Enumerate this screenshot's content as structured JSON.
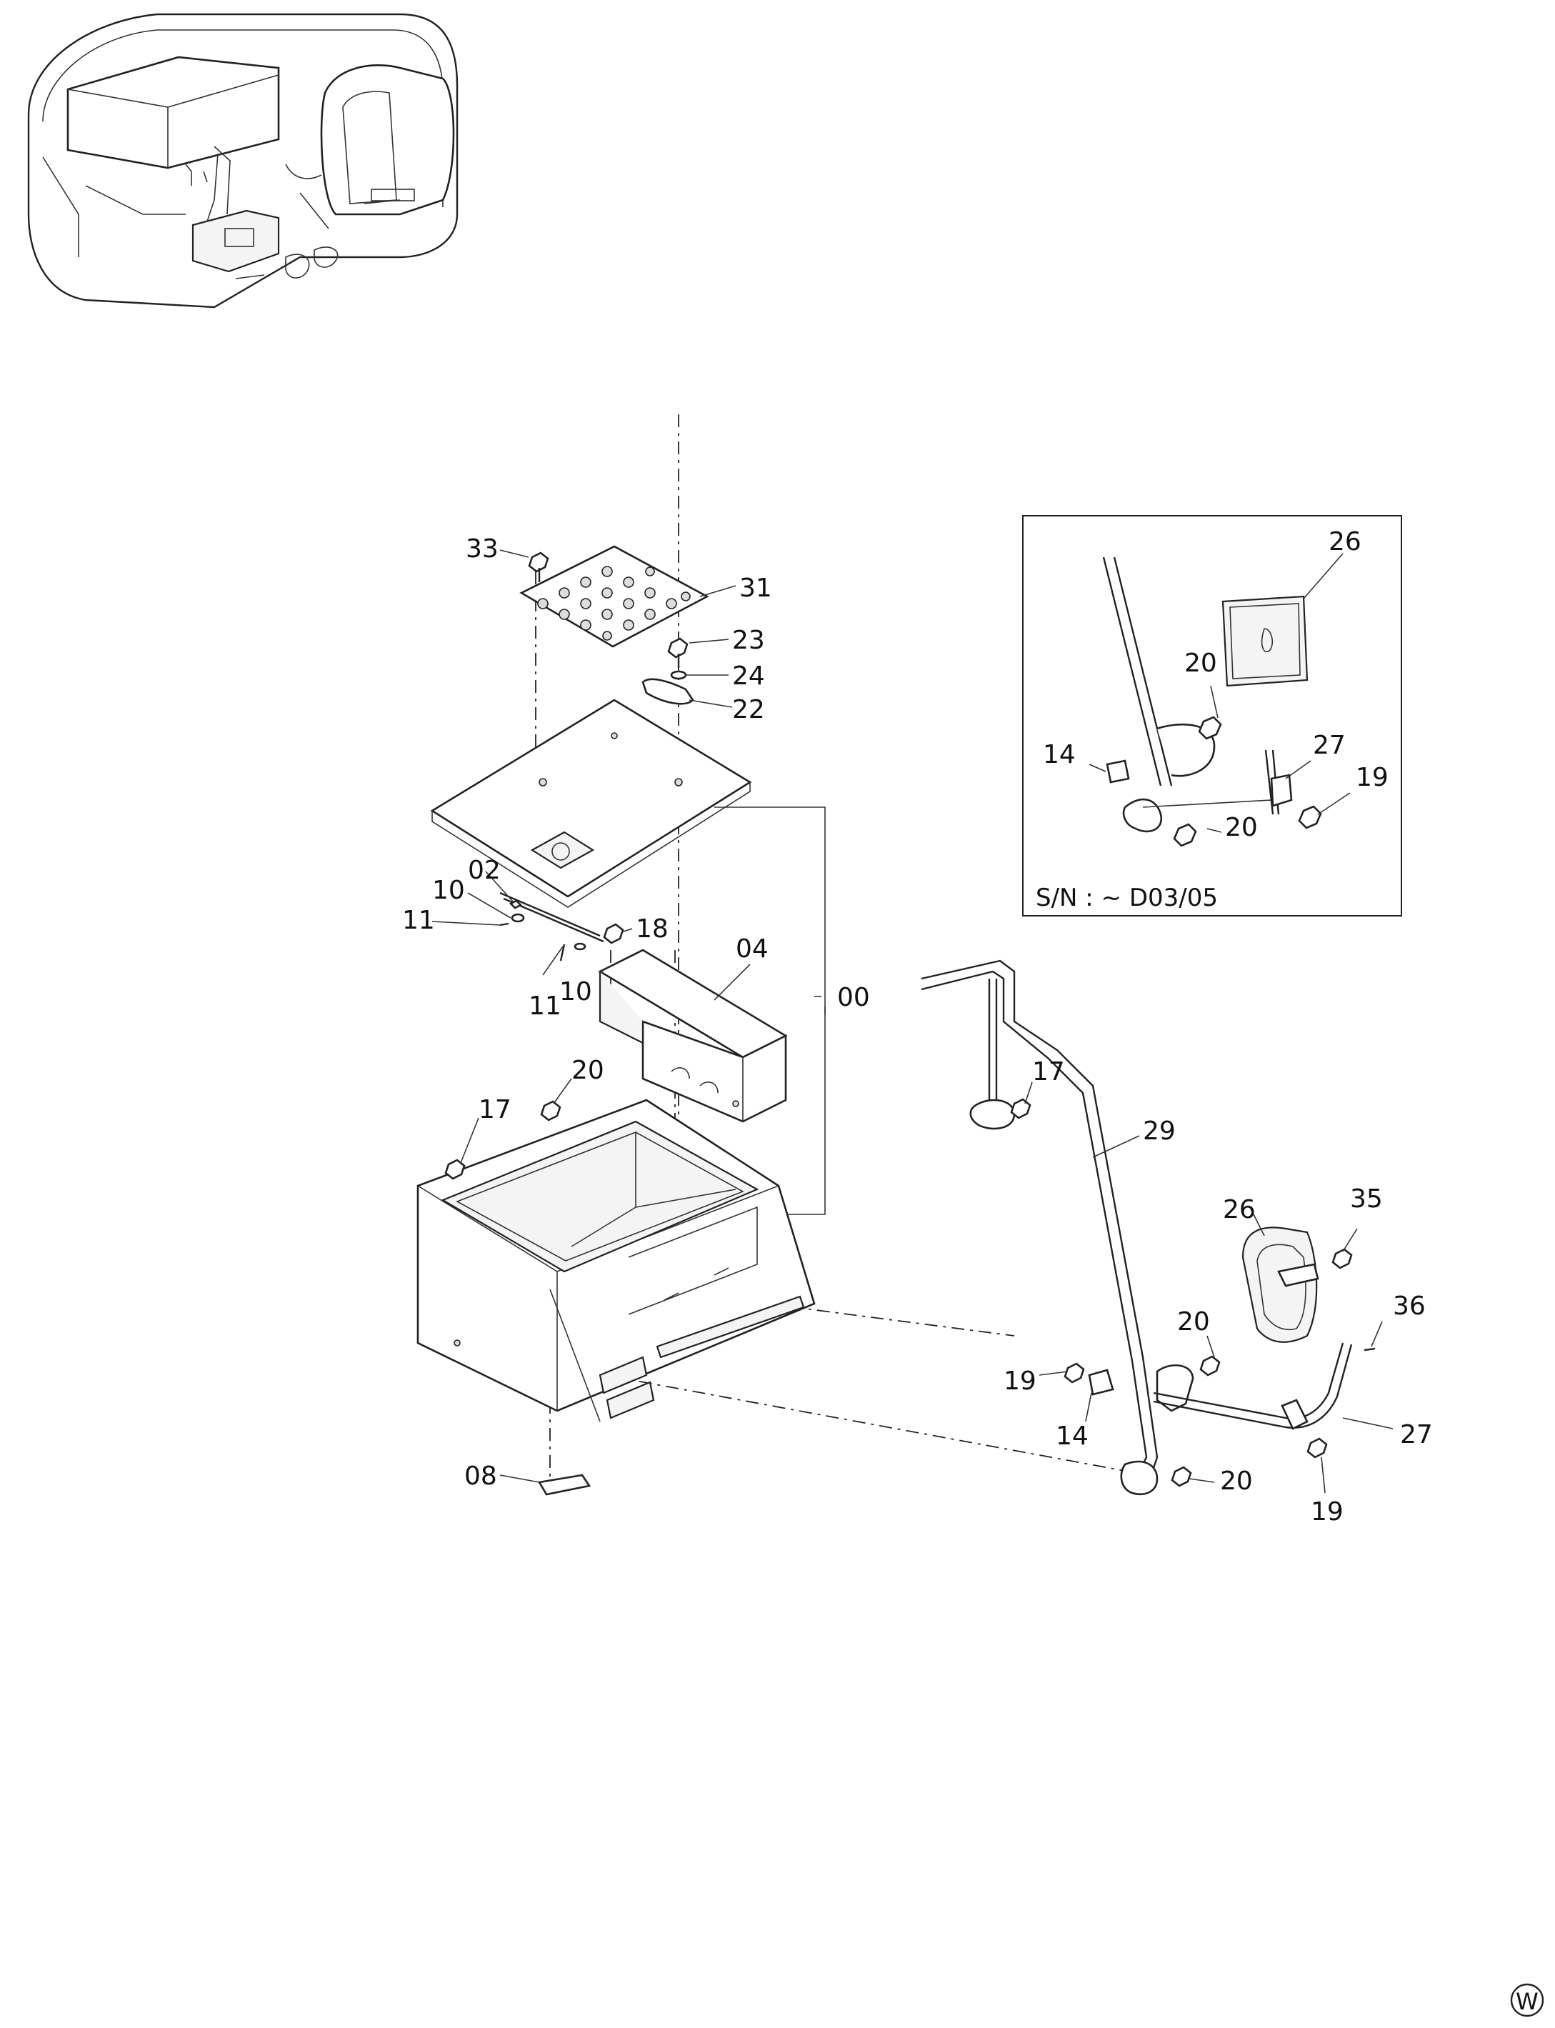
{
  "diagram": {
    "inset_serial": "S/N : ~ D03/05",
    "watermark_letter": "W",
    "callouts": [
      {
        "id": "c33",
        "text": "33"
      },
      {
        "id": "c31",
        "text": "31"
      },
      {
        "id": "c23",
        "text": "23"
      },
      {
        "id": "c24",
        "text": "24"
      },
      {
        "id": "c22",
        "text": "22"
      },
      {
        "id": "c02",
        "text": "02"
      },
      {
        "id": "c10a",
        "text": "10"
      },
      {
        "id": "c11a",
        "text": "11"
      },
      {
        "id": "c18",
        "text": "18"
      },
      {
        "id": "c04",
        "text": "04"
      },
      {
        "id": "c11b",
        "text": "11"
      },
      {
        "id": "c10b",
        "text": "10"
      },
      {
        "id": "c00",
        "text": "00"
      },
      {
        "id": "c20a",
        "text": "20"
      },
      {
        "id": "c17a",
        "text": "17"
      },
      {
        "id": "c08",
        "text": "08"
      },
      {
        "id": "c17b",
        "text": "17"
      },
      {
        "id": "c29",
        "text": "29"
      },
      {
        "id": "c26b",
        "text": "26"
      },
      {
        "id": "c35",
        "text": "35"
      },
      {
        "id": "c36",
        "text": "36"
      },
      {
        "id": "c20b",
        "text": "20"
      },
      {
        "id": "c19a",
        "text": "19"
      },
      {
        "id": "c14b",
        "text": "14"
      },
      {
        "id": "c27b",
        "text": "27"
      },
      {
        "id": "c20c",
        "text": "20"
      },
      {
        "id": "c19b",
        "text": "19"
      },
      {
        "id": "c26a",
        "text": "26"
      },
      {
        "id": "c20d",
        "text": "20"
      },
      {
        "id": "c14a",
        "text": "14"
      },
      {
        "id": "c27a",
        "text": "27"
      },
      {
        "id": "c19c",
        "text": "19"
      },
      {
        "id": "c20e",
        "text": "20"
      }
    ]
  }
}
